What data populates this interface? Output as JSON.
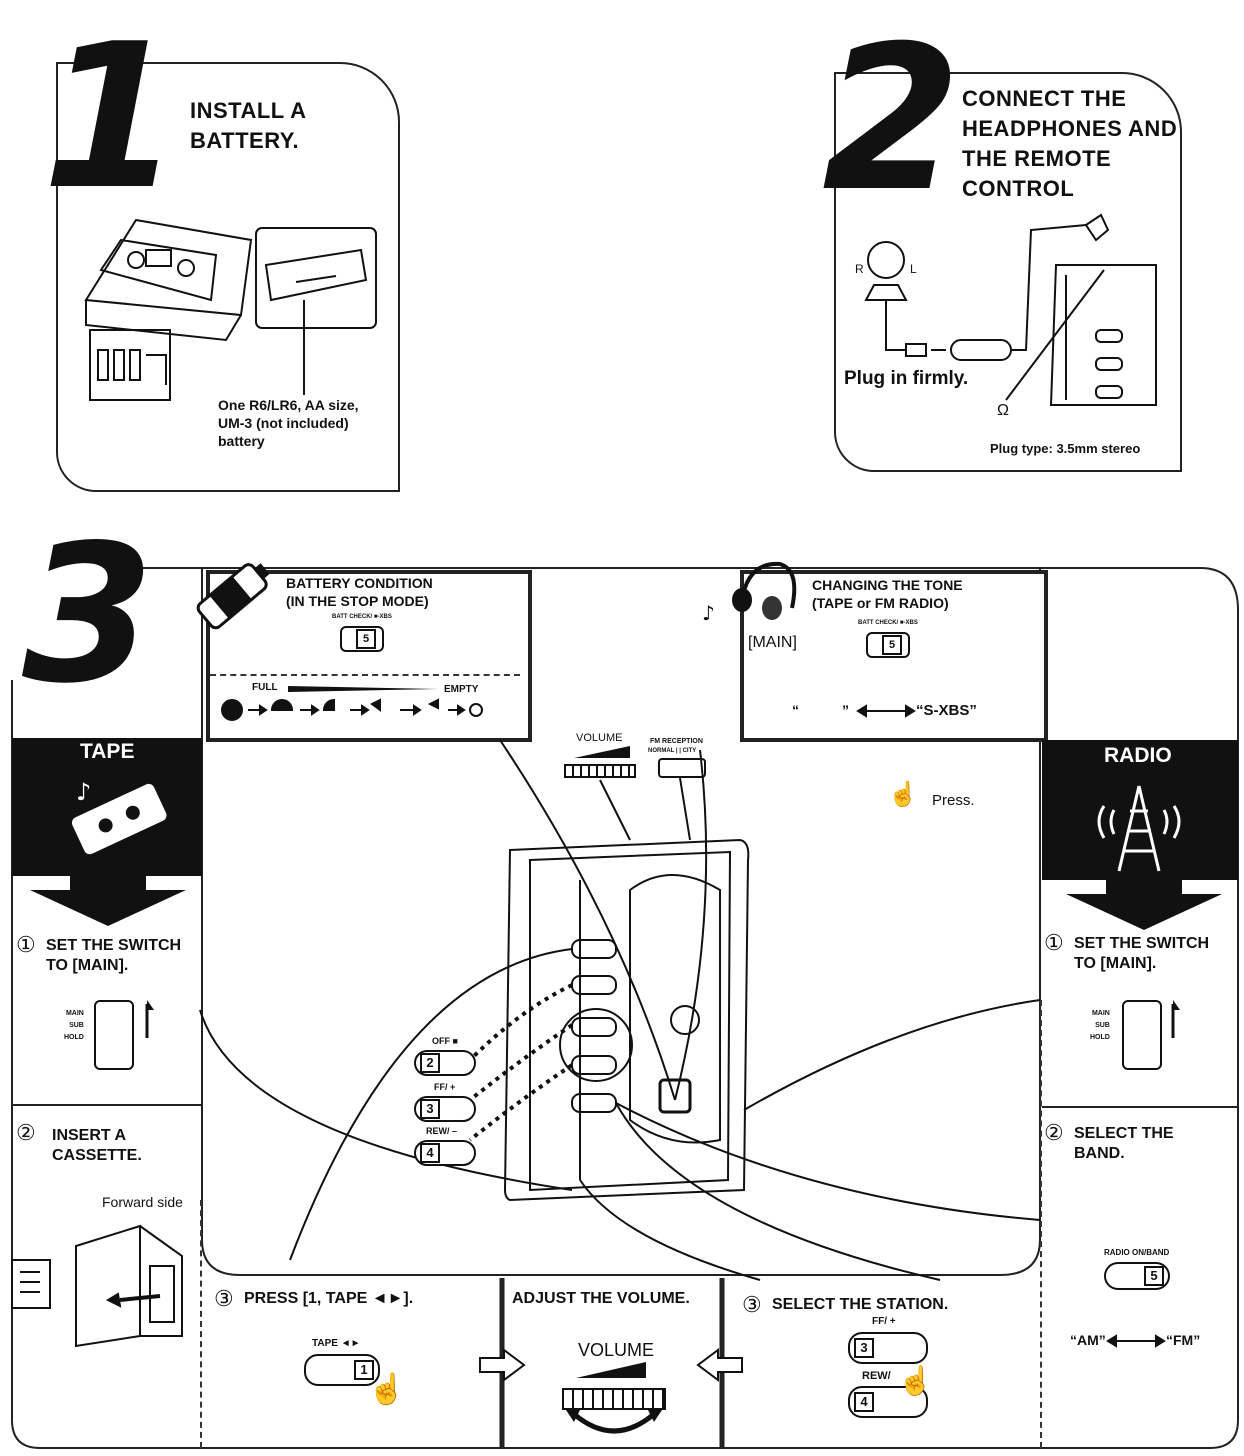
{
  "step1": {
    "number": "1",
    "title_line1": "INSTALL A",
    "title_line2": "BATTERY.",
    "note_line1": "One R6/LR6, AA size,",
    "note_line2": "UM-3 (not included)",
    "note_line3": "battery"
  },
  "step2": {
    "number": "2",
    "title_line1": "CONNECT THE",
    "title_line2": "HEADPHONES AND",
    "title_line3": "THE REMOTE",
    "title_line4": "CONTROL",
    "ear_right": "R",
    "ear_left": "L",
    "plug_note": "Plug in firmly.",
    "plug_type": "Plug type: 3.5mm stereo",
    "headphone_symbol": "Ω"
  },
  "step3": {
    "number": "3",
    "battery_condition_line1": "BATTERY CONDITION",
    "battery_condition_line2": "(IN THE STOP MODE)",
    "batt_check_label": "BATT CHECK/ ■-XBS",
    "full_label": "FULL",
    "empty_label": "EMPTY",
    "tone_line1": "CHANGING THE TONE",
    "tone_line2": "(TAPE or FM RADIO)",
    "main_label": "[MAIN]",
    "tone_left_quote_open": "“",
    "tone_left_quote_close": "”",
    "tone_right": "“S-XBS”",
    "volume_label": "VOLUME",
    "fm_reception_label": "FM RECEPTION",
    "fm_normal_city": "NORMAL | | CITY",
    "press_label": "Press.",
    "tape_header": "TAPE",
    "radio_header": "RADIO",
    "tape_step1_line1": "SET THE SWITCH",
    "tape_step1_line2": "TO [MAIN].",
    "switch_main": "MAIN",
    "switch_sub": "SUB",
    "switch_hold": "HOLD",
    "tape_step2_line1": "INSERT A",
    "tape_step2_line2": "CASSETTE.",
    "forward_side": "Forward side",
    "tape_step3": "PRESS [1, TAPE ◄►].",
    "tape_button_label": "TAPE ◄►",
    "adjust_volume": "ADJUST THE VOLUME.",
    "volume_big": "VOLUME",
    "radio_step1_line1": "SET THE SWITCH",
    "radio_step1_line2": "TO [MAIN].",
    "radio_step2_line1": "SELECT THE",
    "radio_step2_line2": "BAND.",
    "radio_step3": "SELECT THE STATION.",
    "radio_onband": "RADIO ON/BAND",
    "am_label": "“AM”",
    "fm_label": "“FM”",
    "off_label": "OFF ■",
    "ff_label": "FF/ +",
    "rew_label": "REW/ –",
    "rew_label_short": "REW/",
    "ff_label_station": "FF/ +",
    "key1": "1",
    "key2": "2",
    "key3": "3",
    "key4": "4",
    "key5": "5",
    "circled1": "①",
    "circled2": "②",
    "circled3": "③"
  }
}
